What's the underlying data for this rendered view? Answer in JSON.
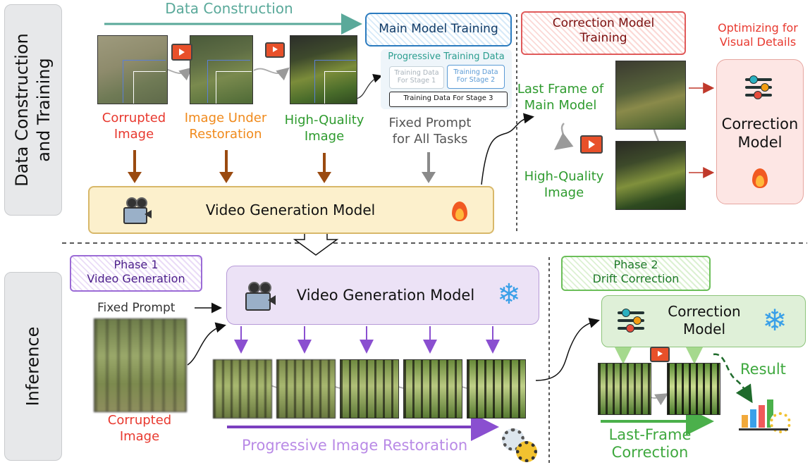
{
  "colors": {
    "teal": "#5aa99a",
    "red": "#e8392f",
    "orange": "#f08a1c",
    "green": "#2e9b2e",
    "purple": "#7b3fbf",
    "lavender": "#b98ae6",
    "blue": "#2b7bbf",
    "brown": "#9a4a10",
    "gold_fill": "#fcf0cc",
    "gold_border": "#d8b86a",
    "pink_fill": "#fde6e4",
    "purple_fill": "#ece2f6",
    "green_fill": "#dff0d8"
  },
  "sidebar": {
    "training": "Data Construction\nand Training",
    "inference": "Inference"
  },
  "top": {
    "data_construction": "Data Construction",
    "main_model_training": "Main Model Training",
    "progressive_training_data": "Progressive Training Data",
    "stage1": "Training Data\nFor Stage 1",
    "stage2": "Training Data\nFor Stage 2",
    "stage3": "Training Data For Stage 3",
    "corrupted_image": "Corrupted\nImage",
    "image_under_restoration": "Image Under\nRestoration",
    "high_quality_image": "High-Quality\nImage",
    "fixed_prompt_all_tasks": "Fixed Prompt\nfor All Tasks",
    "video_generation_model": "Video Generation Model",
    "correction_model_training": "Correction Model\nTraining",
    "optimizing": "Optimizing for\nVisual Details",
    "last_frame_main": "Last Frame of\nMain Model",
    "high_quality_image_2": "High-Quality\nImage",
    "correction_model": "Correction\nModel"
  },
  "bottom": {
    "phase1": "Phase 1\nVideo Generation",
    "video_generation_model": "Video Generation Model",
    "fixed_prompt": "Fixed Prompt",
    "corrupted_image": "Corrupted\nImage",
    "progressive_restoration": "Progressive Image Restoration",
    "phase2": "Phase 2\nDrift Correction",
    "correction_model": "Correction\nModel",
    "result": "Result",
    "last_frame_correction": "Last-Frame\nCorrection"
  }
}
